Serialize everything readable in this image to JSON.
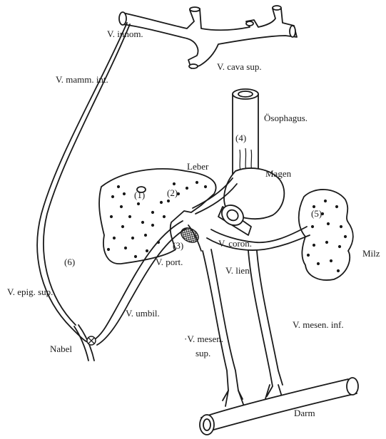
{
  "labels": {
    "v_innom": "V. innom.",
    "v_cava_sup": "V. cava sup.",
    "v_mamm_int": "V. mamm. int.",
    "oesophagus": "Ösophagus.",
    "n4": "(4)",
    "leber": "Leber",
    "magen": "Magen",
    "n1": "(1)",
    "n2": "(2)",
    "n5": "(5)",
    "v_coron": "V. coron.",
    "n3": "(3)",
    "milz": "Milz",
    "n6": "(6)",
    "v_port": "V. port.",
    "v_lien": "V. lien.",
    "v_epig_sup": "V. epig. sup.",
    "v_umbil": "V. umbil.",
    "v_mesen_inf": "V. mesen. inf.",
    "v_mesen_sup_1": "·V. mesen.",
    "v_mesen_sup_2": "sup.",
    "nabel": "Nabel",
    "darm": "Darm"
  },
  "colors": {
    "ink": "#1a1a1a",
    "paper": "#ffffff"
  }
}
